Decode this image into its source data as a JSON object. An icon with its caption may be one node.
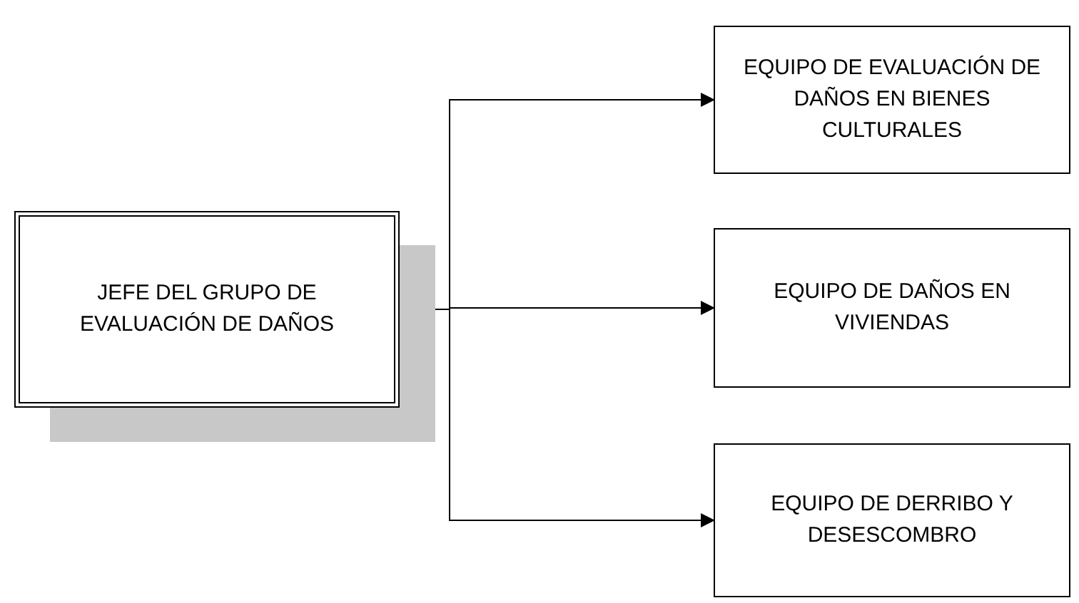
{
  "diagram": {
    "nodes": [
      {
        "text": [
          "JEFE DEL GRUPO DE EVALUACIÓN DE DAÑOS"
        ]
      },
      {
        "text": [
          "EQUIPO DE EVALUACIÓN DE DAÑOS EN BIENES CULTURALES"
        ]
      },
      {
        "text": [
          "EQUIPO DE DAÑOS EN VIVIENDAS"
        ]
      },
      {
        "text": [
          "EQUIPO DE DERRIBO Y DESESCOMBRO"
        ]
      }
    ],
    "edges": [
      {
        "from": 0,
        "to": 1,
        "arrow": "to"
      },
      {
        "from": 0,
        "to": 2,
        "arrow": "to"
      },
      {
        "from": 0,
        "to": 3,
        "arrow": "to"
      }
    ]
  }
}
